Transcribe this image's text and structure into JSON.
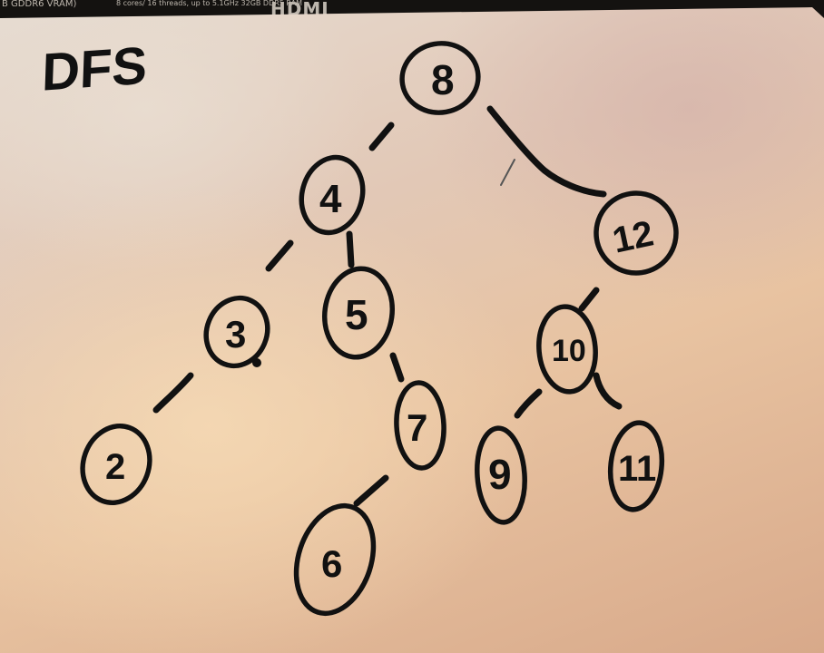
{
  "background_strip": {
    "text_left": "B GDDR6 VRAM)",
    "text_middle": "8 cores/ 16 threads, up to 5.1GHz 32GB DDR5 RAM",
    "text_brand": "HDMI"
  },
  "whiteboard": {
    "title": "DFS",
    "nodes": [
      {
        "id": "n8",
        "label": "8"
      },
      {
        "id": "n4",
        "label": "4"
      },
      {
        "id": "n12",
        "label": "12"
      },
      {
        "id": "n3",
        "label": "3"
      },
      {
        "id": "n5",
        "label": "5"
      },
      {
        "id": "n10",
        "label": "10"
      },
      {
        "id": "n2",
        "label": "2"
      },
      {
        "id": "n7",
        "label": "7"
      },
      {
        "id": "n9",
        "label": "9"
      },
      {
        "id": "n11",
        "label": "11"
      },
      {
        "id": "n6",
        "label": "6"
      }
    ],
    "edges": [
      {
        "from": "8",
        "to": "4"
      },
      {
        "from": "8",
        "to": "12"
      },
      {
        "from": "4",
        "to": "3"
      },
      {
        "from": "4",
        "to": "5"
      },
      {
        "from": "3",
        "to": "2"
      },
      {
        "from": "5",
        "to": "7"
      },
      {
        "from": "7",
        "to": "6"
      },
      {
        "from": "12",
        "to": "10"
      },
      {
        "from": "10",
        "to": "9"
      },
      {
        "from": "10",
        "to": "11"
      }
    ],
    "colors": {
      "ink": "#111111",
      "board_light": "#e6dcd2",
      "board_warm": "#e8c3a1"
    }
  }
}
